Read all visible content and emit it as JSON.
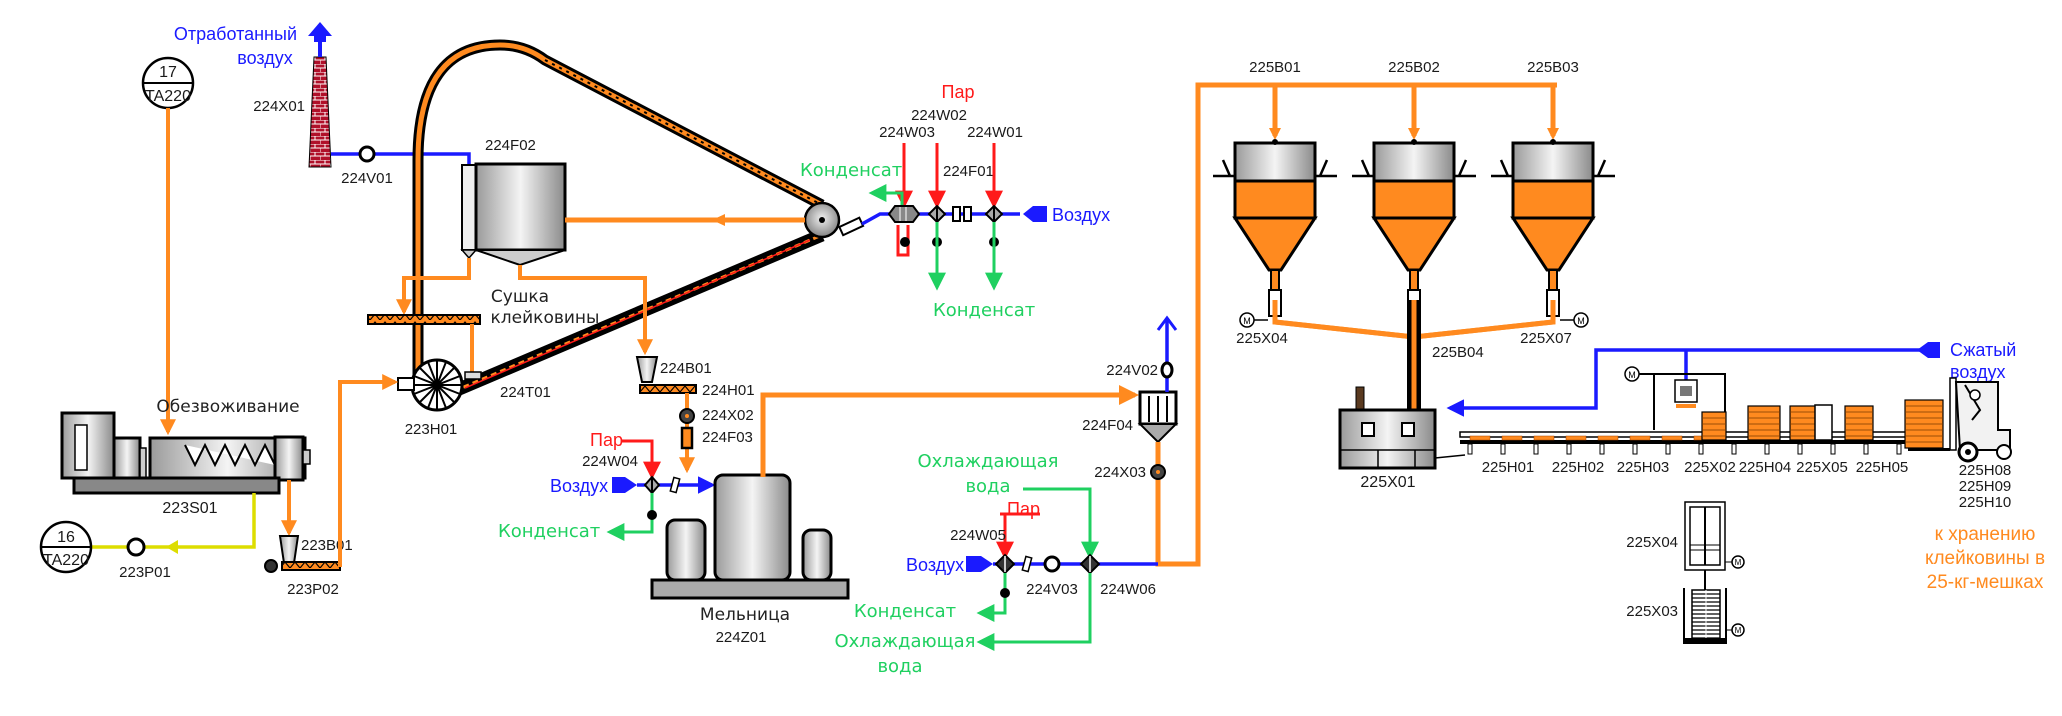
{
  "diagram": {
    "title": "Process flow diagram — gluten drying, milling and bagging",
    "colors": {
      "product": "#ff8a1f",
      "air": "#1a1aff",
      "steam": "#ff1a1a",
      "condensate": "#1fd060",
      "liquid": "#dddd00",
      "equipment": "#000000"
    },
    "connectors": [
      {
        "id": "c17",
        "number": "17",
        "code": "TA220"
      },
      {
        "id": "c16",
        "number": "16",
        "code": "TA220"
      }
    ],
    "streams": {
      "exhaust_air_line1": "Отработанный",
      "exhaust_air_line2": "воздух",
      "steam": "Пар",
      "air": "Воздух",
      "condensate": "Конденсат",
      "cooling_water_line1": "Охлаждающая",
      "cooling_water_line2": "вода",
      "compressed_air_line1": "Сжатый",
      "compressed_air_line2": "воздух",
      "storage_line1": "к хранению",
      "storage_line2": "клейковины в",
      "storage_line3": "25-кг-мешках"
    },
    "sections": {
      "dewatering": "Обезвоживание",
      "drying_line1": "Сушка",
      "drying_line2": "клейковины",
      "mill": "Мельница"
    },
    "tags": {
      "224X01": "224X01",
      "224V01": "224V01",
      "224F02": "224F02",
      "224W03": "224W03",
      "224W02": "224W02",
      "224W01": "224W01",
      "224F01": "224F01",
      "223H01": "223H01",
      "224T01": "224T01",
      "223S01": "223S01",
      "223P01": "223P01",
      "223B01": "223B01",
      "223P02": "223P02",
      "224B01": "224B01",
      "224H01": "224H01",
      "224X02": "224X02",
      "224F03": "224F03",
      "224W04": "224W04",
      "224Z01": "224Z01",
      "224V02": "224V02",
      "224F04": "224F04",
      "224X03": "224X03",
      "224W05": "224W05",
      "224V03": "224V03",
      "224W06": "224W06",
      "225B01": "225B01",
      "225B02": "225B02",
      "225B03": "225B03",
      "225X04": "225X04",
      "225X07": "225X07",
      "225B04": "225B04",
      "225X01": "225X01",
      "225H01": "225H01",
      "225H02": "225H02",
      "225H03": "225H03",
      "225X02": "225X02",
      "225H04": "225H04",
      "225X05": "225X05",
      "225H05": "225H05",
      "225H08": "225H08",
      "225H09": "225H09",
      "225H10": "225H10",
      "225X04b": "225X04",
      "225X03": "225X03"
    },
    "motor_symbol": "M"
  }
}
